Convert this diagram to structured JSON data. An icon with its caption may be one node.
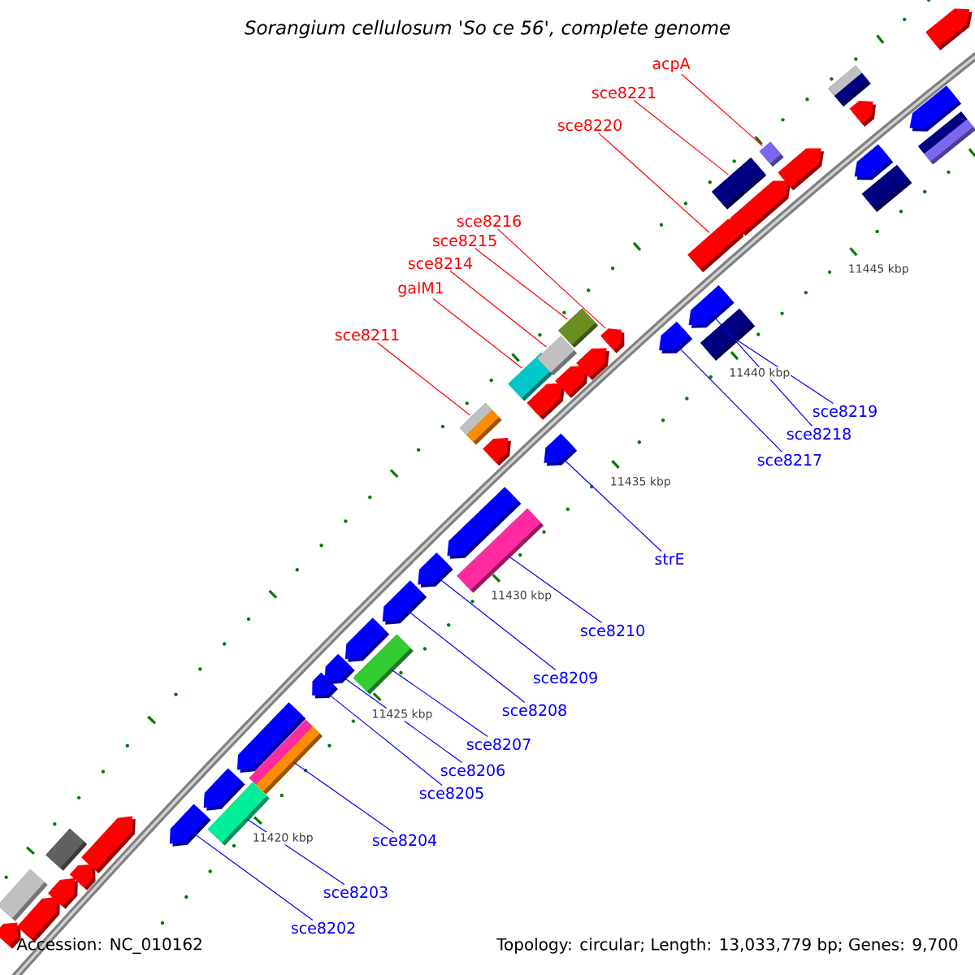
{
  "diagram": {
    "title": "Sorangium cellulosum 'So ce 56', complete genome",
    "nodes": [
      {
        "text": [
          "acpA"
        ]
      },
      {
        "text": [
          "sce8221"
        ]
      },
      {
        "text": [
          "sce8220"
        ]
      },
      {
        "text": [
          "sce8216"
        ]
      },
      {
        "text": [
          "sce8215"
        ]
      },
      {
        "text": [
          "sce8214"
        ]
      },
      {
        "text": [
          "galM1"
        ]
      },
      {
        "text": [
          "sce8211"
        ]
      },
      {
        "text": [
          "sce8219"
        ]
      },
      {
        "text": [
          "sce8218"
        ]
      },
      {
        "text": [
          "sce8217"
        ]
      },
      {
        "text": [
          "strE"
        ]
      },
      {
        "text": [
          "sce8210"
        ]
      },
      {
        "text": [
          "sce8209"
        ]
      },
      {
        "text": [
          "sce8208"
        ]
      },
      {
        "text": [
          "sce8207"
        ]
      },
      {
        "text": [
          "sce8206"
        ]
      },
      {
        "text": [
          "sce8205"
        ]
      },
      {
        "text": [
          "sce8204"
        ]
      },
      {
        "text": [
          "sce8203"
        ]
      },
      {
        "text": [
          "sce8202"
        ]
      },
      {
        "text": [],
        "shape": "arrow"
      },
      {
        "text": [],
        "shape": "box"
      },
      {
        "text": [],
        "shape": "arrow"
      },
      {
        "text": [],
        "shape": "box"
      },
      {
        "text": [],
        "shape": "arrow"
      },
      {
        "text": [],
        "shape": "arrow"
      },
      {
        "text": [],
        "shape": "arrow"
      },
      {
        "text": [],
        "shape": "arrow"
      },
      {
        "text": [],
        "shape": "arrow"
      },
      {
        "text": [],
        "shape": "box"
      },
      {
        "text": [],
        "shape": "arrow"
      },
      {
        "text": [],
        "shape": "box"
      },
      {
        "text": [],
        "shape": "arrow"
      },
      {
        "text": [],
        "shape": "arrow"
      },
      {
        "text": [],
        "shape": "arrow"
      },
      {
        "text": [],
        "shape": "box"
      },
      {
        "text": [],
        "shape": "arrow"
      },
      {
        "text": [],
        "shape": "arrow"
      },
      {
        "text": [],
        "shape": "arrow"
      },
      {
        "text": [],
        "shape": "box"
      },
      {
        "text": [],
        "shape": "arrow"
      },
      {
        "text": [],
        "shape": "box"
      },
      {
        "text": [],
        "shape": "box"
      },
      {
        "text": [],
        "shape": "arrow"
      },
      {
        "text": [],
        "shape": "box"
      },
      {
        "text": [],
        "shape": "arrow"
      },
      {
        "text": [],
        "shape": "arrow"
      },
      {
        "text": [],
        "shape": "box"
      },
      {
        "text": [],
        "shape": "arrow"
      },
      {
        "text": [],
        "shape": "arrow"
      },
      {
        "text": [],
        "shape": "arrow"
      },
      {
        "text": [],
        "shape": "arrow"
      },
      {
        "text": [],
        "shape": "arrow"
      },
      {
        "text": [],
        "shape": "box"
      },
      {
        "text": [],
        "shape": "box"
      },
      {
        "text": [],
        "shape": "arrow"
      },
      {
        "text": [],
        "shape": "box"
      },
      {
        "text": [],
        "shape": "arrow"
      },
      {
        "text": [],
        "shape": "box"
      },
      {
        "text": [],
        "shape": "arrow"
      },
      {
        "text": [],
        "shape": "arrow"
      },
      {
        "text": [],
        "shape": "box"
      },
      {
        "text": [],
        "shape": "arrow"
      },
      {
        "text": [],
        "shape": "box"
      },
      {
        "text": [],
        "shape": "arrow"
      }
    ],
    "edges": [
      {
        "from": 0,
        "to": 57,
        "arrow": "none",
        "color": "#ff0000"
      },
      {
        "from": 1,
        "to": 55,
        "arrow": "none",
        "color": "#ff0000"
      },
      {
        "from": 2,
        "to": 53,
        "arrow": "none",
        "color": "#ff0000"
      },
      {
        "from": 3,
        "to": 50,
        "arrow": "none",
        "color": "#ff0000"
      },
      {
        "from": 4,
        "to": 48,
        "arrow": "none",
        "color": "#ff0000"
      },
      {
        "from": 5,
        "to": 45,
        "arrow": "none",
        "color": "#ff0000"
      },
      {
        "from": 6,
        "to": 43,
        "arrow": "none",
        "color": "#ff0000"
      },
      {
        "from": 7,
        "to": 40,
        "arrow": "none",
        "color": "#ff0000"
      },
      {
        "from": 8,
        "to": 54,
        "arrow": "none"
      },
      {
        "from": 9,
        "to": 52,
        "arrow": "none"
      },
      {
        "from": 10,
        "to": 51,
        "arrow": "none"
      },
      {
        "from": 11,
        "to": 46,
        "arrow": "none"
      },
      {
        "from": 12,
        "to": 42,
        "arrow": "none"
      },
      {
        "from": 13,
        "to": 38,
        "arrow": "none"
      },
      {
        "from": 14,
        "to": 37,
        "arrow": "none"
      },
      {
        "from": 15,
        "to": 36,
        "arrow": "none"
      },
      {
        "from": 16,
        "to": 34,
        "arrow": "none"
      },
      {
        "from": 17,
        "to": 33,
        "arrow": "none"
      },
      {
        "from": 18,
        "to": 32,
        "arrow": "none"
      },
      {
        "from": 19,
        "to": 30,
        "arrow": "none"
      },
      {
        "from": 20,
        "to": 28,
        "arrow": "none"
      }
    ],
    "labels": [
      "11445 kbp",
      "11440 kbp",
      "11435 kbp",
      "11430 kbp",
      "11425 kbp",
      "11420 kbp",
      "Accession: NC_010162",
      "Topology: circular; Length: 13,033,779 bp; Genes: 9,700"
    ]
  }
}
